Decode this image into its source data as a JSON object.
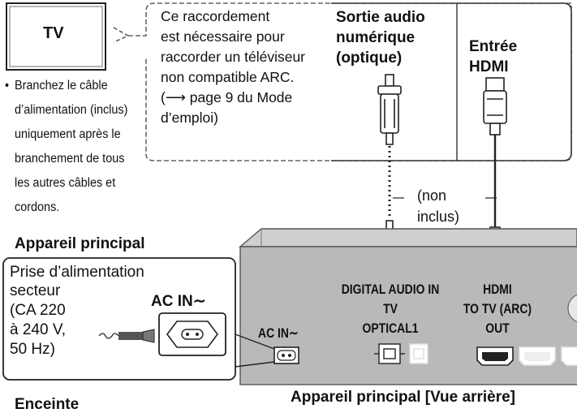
{
  "tv": {
    "label": "TV",
    "note_lines": [
      "Ce raccordement",
      "est nécessaire pour",
      "raccorder un téléviseur",
      "non compatible ARC.",
      "(⟶ page 9 du Mode",
      "d’emploi)"
    ],
    "output_label_lines": [
      "Sortie audio",
      "numérique",
      "(optique)"
    ],
    "input_label_lines": [
      "Entrée",
      "HDMI"
    ]
  },
  "bullet": {
    "symbol": "•",
    "lines": [
      "Branchez le câble",
      "d’alimentation (inclus)",
      "uniquement après le",
      "branchement de tous",
      "les autres câbles et",
      "cordons."
    ]
  },
  "cable_note_lines": [
    "(non",
    "inclus)"
  ],
  "main_unit": {
    "heading": "Appareil principal",
    "outlet_label_lines": [
      "Prise d’alimentation",
      "secteur",
      "(CA 220",
      "à 240 V,",
      "50 Hz)"
    ],
    "ac_in_big": "AC IN∼",
    "ac_in_panel": "AC IN∼",
    "digital_audio_lines": [
      "DIGITAL AUDIO IN",
      "TV",
      "OPTICAL1"
    ],
    "hdmi_lines": [
      "HDMI",
      "TO TV (ARC)",
      "OUT"
    ],
    "rear_view_caption": "Appareil principal [Vue arrière]"
  },
  "speaker_heading": "Enceinte"
}
